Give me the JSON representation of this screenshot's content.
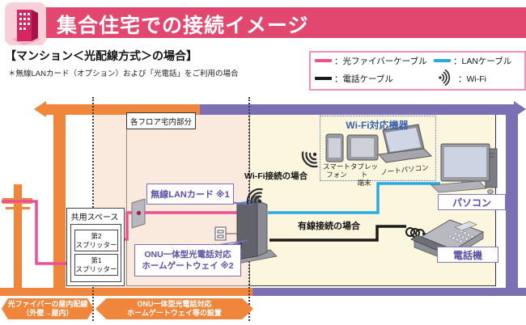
{
  "header": {
    "title": "集合住宅での接続イメージ"
  },
  "intro": {
    "subtitle": "【マンション＜光配線方式＞の場合】",
    "note": "＊無線LANカード（オプション）および「光電話」をご利用の場合"
  },
  "legend": {
    "fiber": "：光ファイバーケーブル",
    "lan": "：LANケーブル",
    "tel": "：電話ケーブル",
    "wifi": "：Wi-Fi"
  },
  "diagram": {
    "floor_area_label": "各フロア宅内部分",
    "shared_space": {
      "title": "共用スペース",
      "splitter2": "第2\nスプリッター",
      "splitter1": "第1\nスプリッター"
    },
    "callouts": {
      "wlan_card": "無線LANカード ※1",
      "onu_gateway": "ONU一体型光電話対応\nホームゲートウェイ ※2"
    },
    "wifi_devices": {
      "title": "Wi-Fi対応機器",
      "smartphone": "スマート\nフォン",
      "tablet": "タブレット\n端末",
      "laptop": "ノートパソコン"
    },
    "labels": {
      "wifi_case": "Wi-Fi接続の場合",
      "wired_case": "有線接続の場合",
      "pc": "パソコン",
      "phone": "電話機"
    },
    "banners": {
      "left": "光ファイバーの屋内配線\n（外壁→屋内）",
      "right": "ONU一体型光電話対応\nホームゲートウェイ等の設置"
    }
  },
  "colors": {
    "header_bar": "#e2486f",
    "building_orange": "#f0853c",
    "building_purple": "#7d6fb3",
    "fiber_pink": "#ee4f93",
    "lan_blue": "#29abe2",
    "tel_black": "#1a1a1a",
    "callout_purple": "#5a4ea6",
    "floor_bg": "#faeade",
    "room_bg": "#fbf6dd"
  }
}
